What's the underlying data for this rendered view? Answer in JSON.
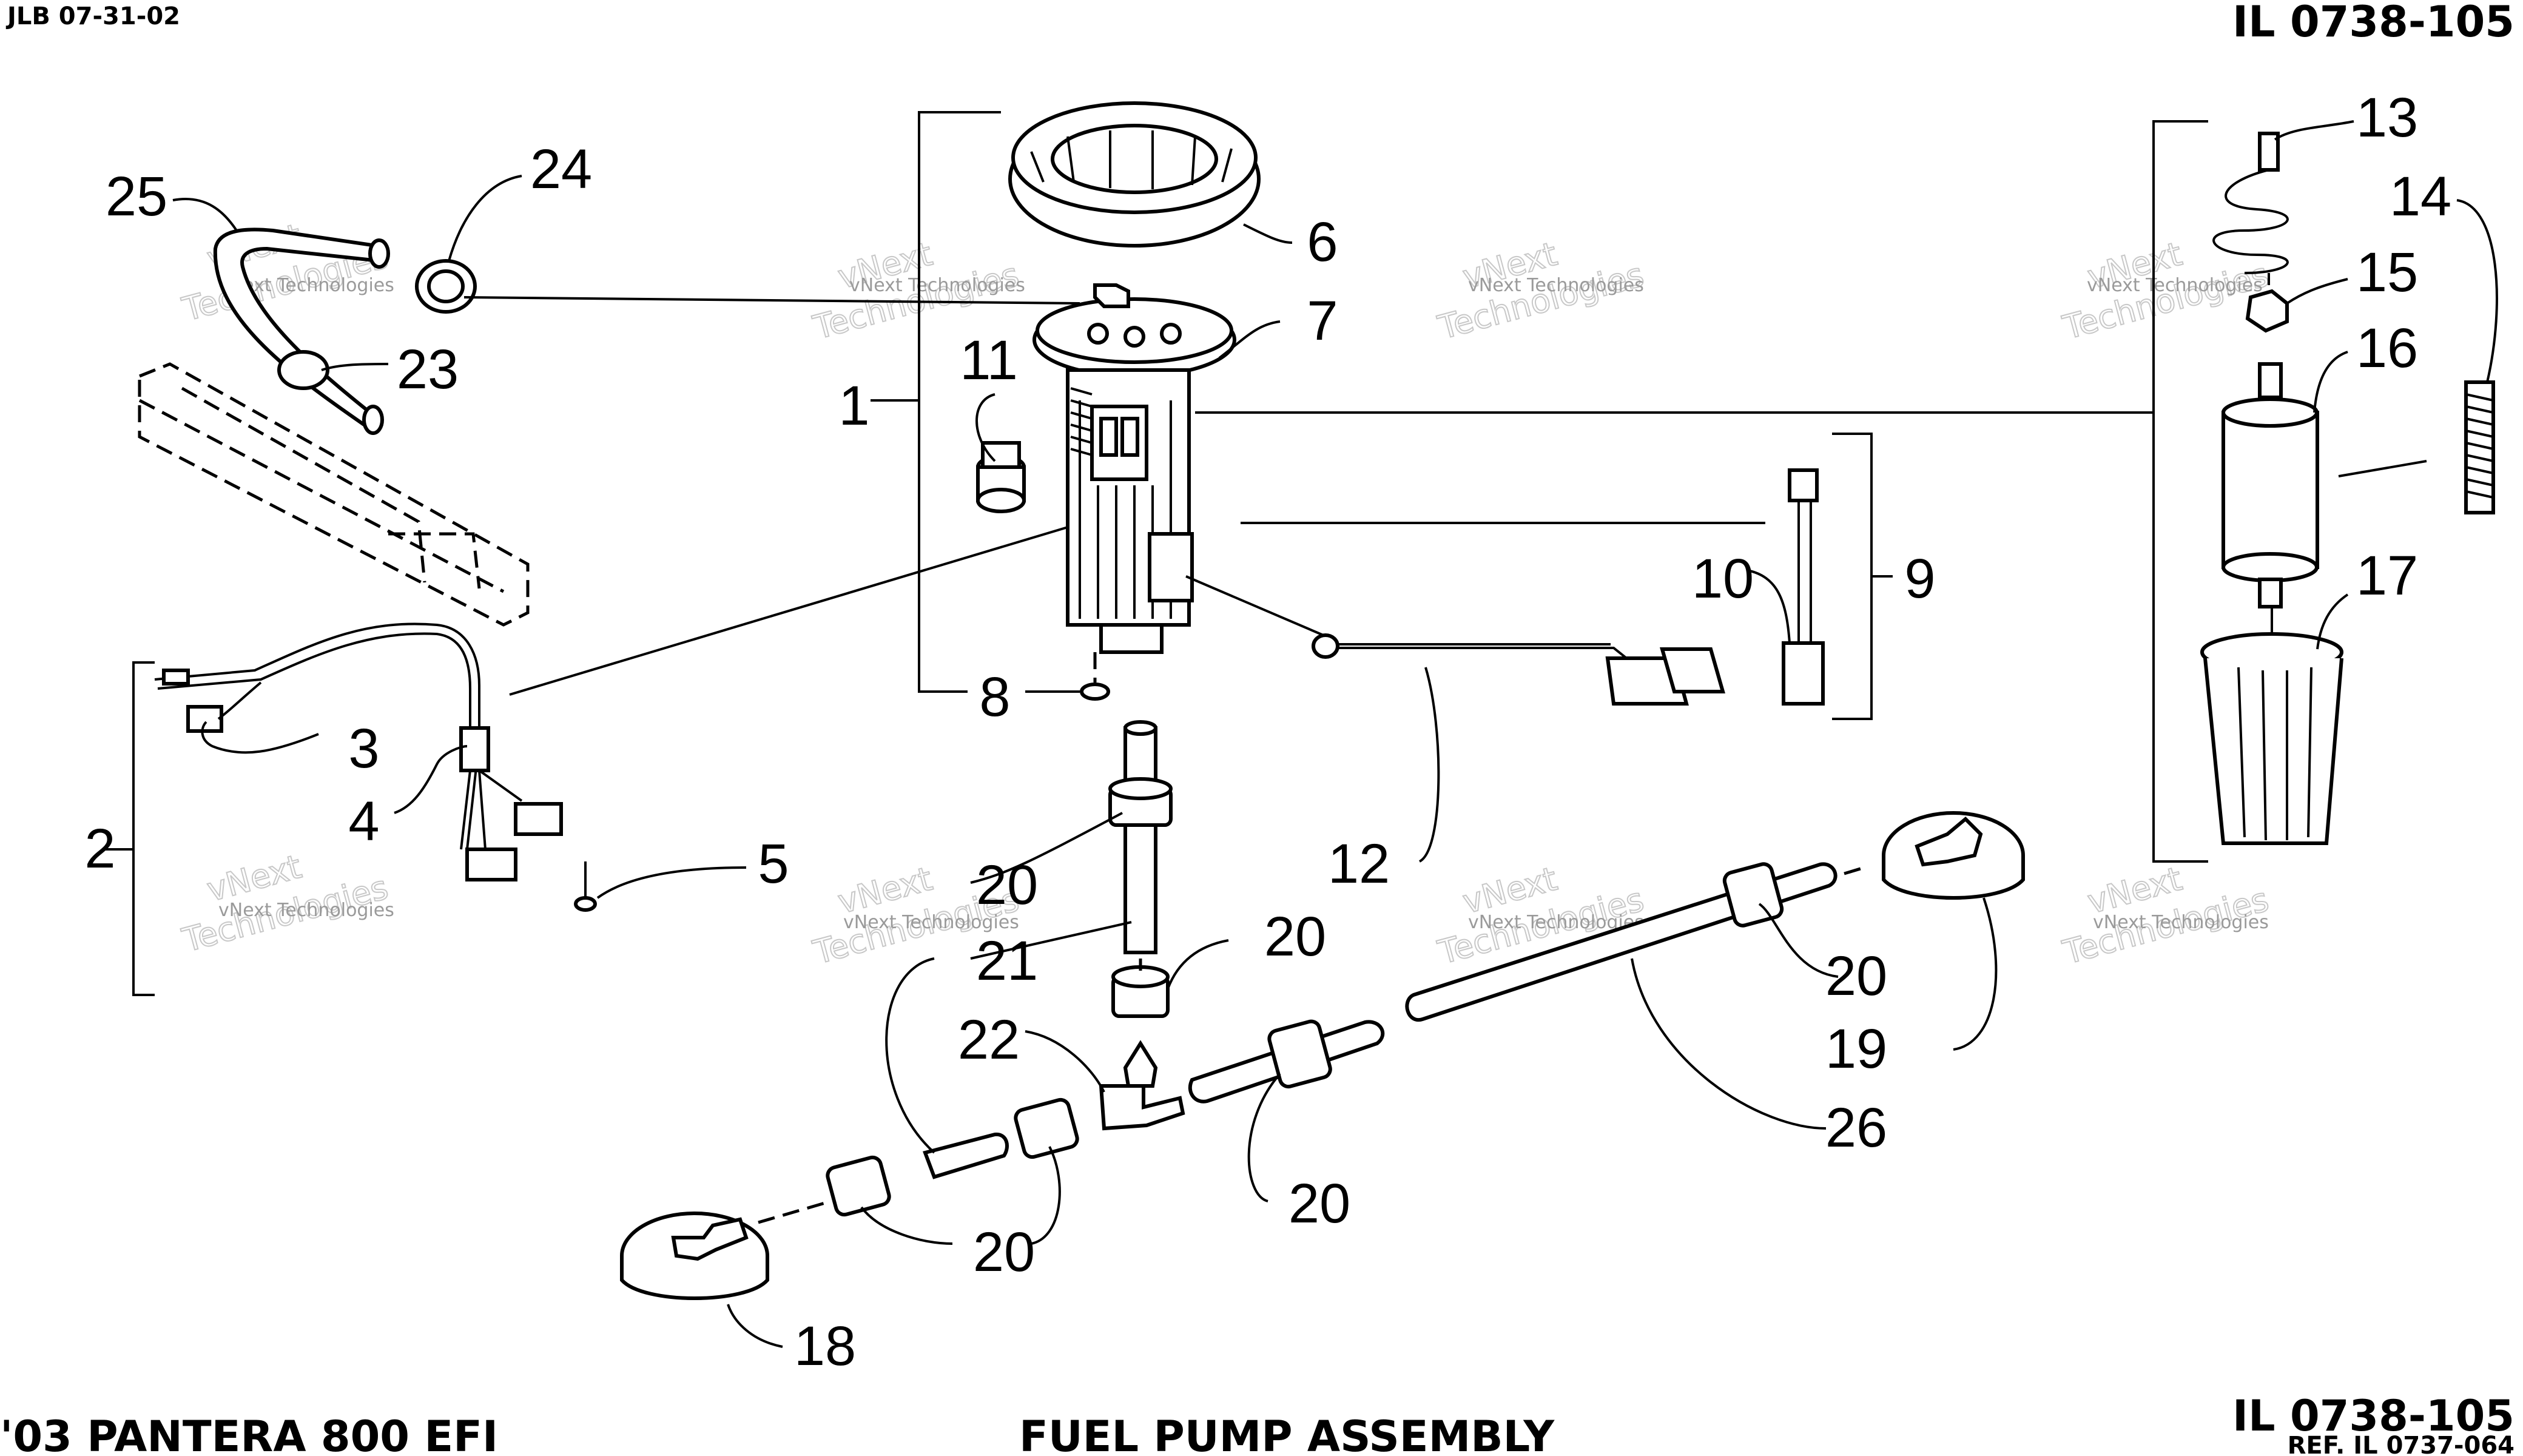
{
  "header": {
    "left_code": "JLB 07-31-02",
    "right_code": "IL 0738-105"
  },
  "footer": {
    "model": "'03 PANTERA 800 EFI",
    "title": "FUEL PUMP ASSEMBLY",
    "il_code": "IL 0738-105",
    "ref_code": "REF. IL 0737-064"
  },
  "watermark": {
    "line1": "vNext Technologies",
    "line2": "vNext",
    "line3": "Technologies"
  },
  "callouts": [
    {
      "id": "c1",
      "label": "1"
    },
    {
      "id": "c2",
      "label": "2"
    },
    {
      "id": "c3",
      "label": "3"
    },
    {
      "id": "c4",
      "label": "4"
    },
    {
      "id": "c5",
      "label": "5"
    },
    {
      "id": "c6",
      "label": "6"
    },
    {
      "id": "c7",
      "label": "7"
    },
    {
      "id": "c8",
      "label": "8"
    },
    {
      "id": "c9",
      "label": "9"
    },
    {
      "id": "c10",
      "label": "10"
    },
    {
      "id": "c11",
      "label": "11"
    },
    {
      "id": "c12",
      "label": "12"
    },
    {
      "id": "c13",
      "label": "13"
    },
    {
      "id": "c14",
      "label": "14"
    },
    {
      "id": "c15",
      "label": "15"
    },
    {
      "id": "c16",
      "label": "16"
    },
    {
      "id": "c17",
      "label": "17"
    },
    {
      "id": "c18",
      "label": "18"
    },
    {
      "id": "c19",
      "label": "19"
    },
    {
      "id": "c20a",
      "label": "20"
    },
    {
      "id": "c20b",
      "label": "20"
    },
    {
      "id": "c20c",
      "label": "20"
    },
    {
      "id": "c20d",
      "label": "20"
    },
    {
      "id": "c20e",
      "label": "20"
    },
    {
      "id": "c21",
      "label": "21"
    },
    {
      "id": "c22",
      "label": "22"
    },
    {
      "id": "c23",
      "label": "23"
    },
    {
      "id": "c24",
      "label": "24"
    },
    {
      "id": "c25",
      "label": "25"
    },
    {
      "id": "c26",
      "label": "26"
    }
  ]
}
